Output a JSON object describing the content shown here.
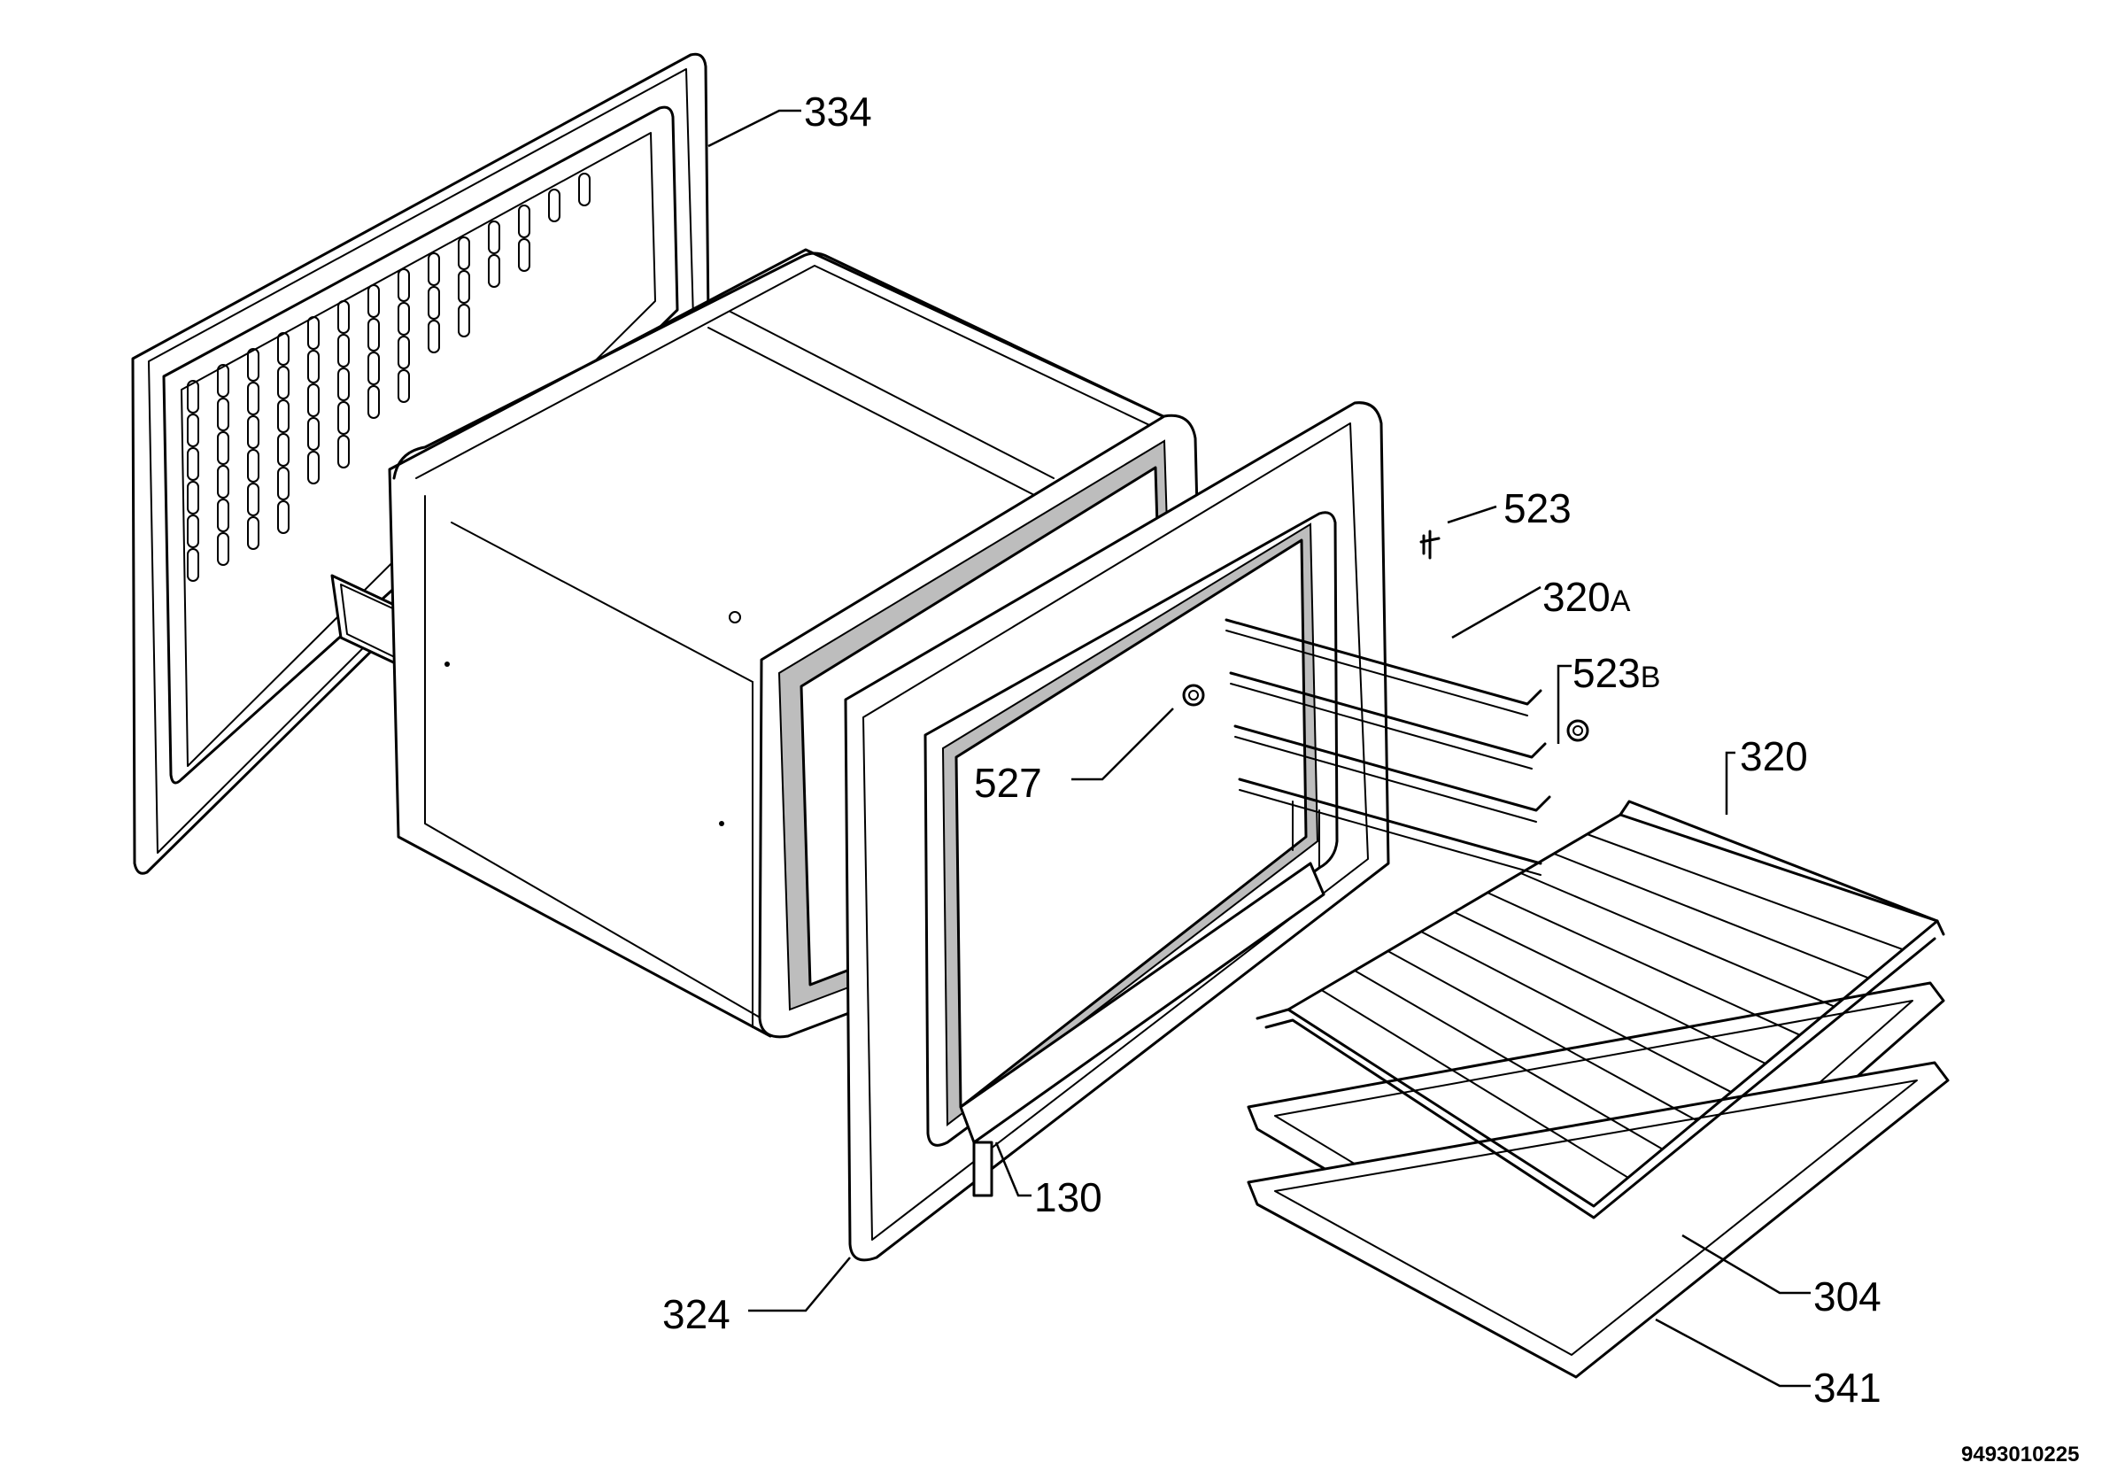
{
  "labels": {
    "p334": "334",
    "p523": "523",
    "p320a_main": "320",
    "p320a_sub": "A",
    "p523b_main": "523",
    "p523b_sub": "B",
    "p320": "320",
    "p527": "527",
    "p130": "130",
    "p324": "324",
    "p304": "304",
    "p341": "341"
  },
  "drawing_code": "9493010225"
}
